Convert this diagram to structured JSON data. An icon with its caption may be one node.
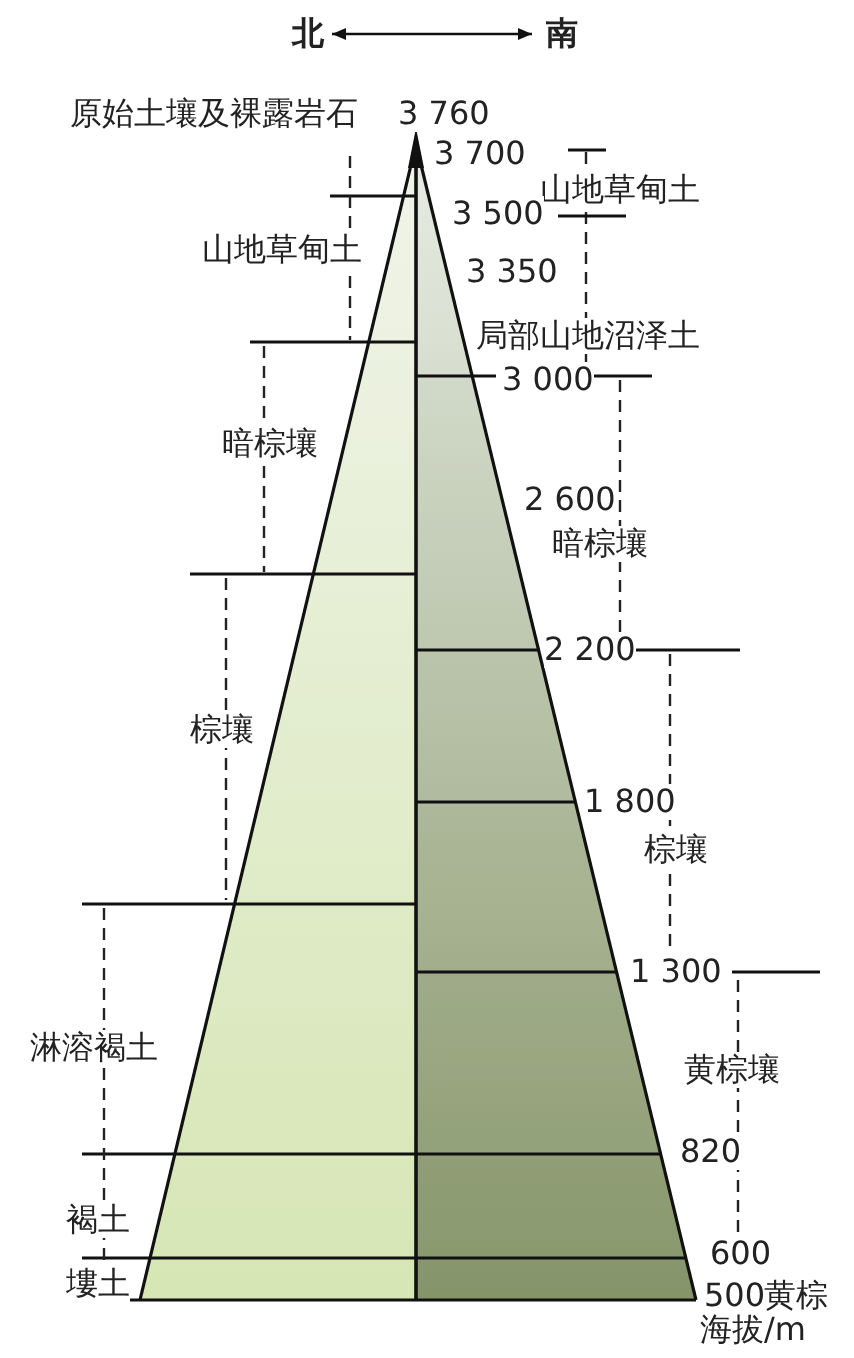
{
  "diagram": {
    "labels": [
      "北",
      "南",
      "原始土壤及裸露岩石",
      "3 760",
      "3 700",
      "山地草甸土",
      "3 500",
      "山地草甸土",
      "3 350",
      "局部山地沼泽土",
      "3 000",
      "暗棕壤",
      "2 600",
      "暗棕壤",
      "2 200",
      "棕壤",
      "1 800",
      "棕壤",
      "1 300",
      "淋溶褐土",
      "黄棕壤",
      "820",
      "褐土",
      "600",
      "塿土",
      "500",
      "黄棕",
      "海拔/m"
    ]
  }
}
